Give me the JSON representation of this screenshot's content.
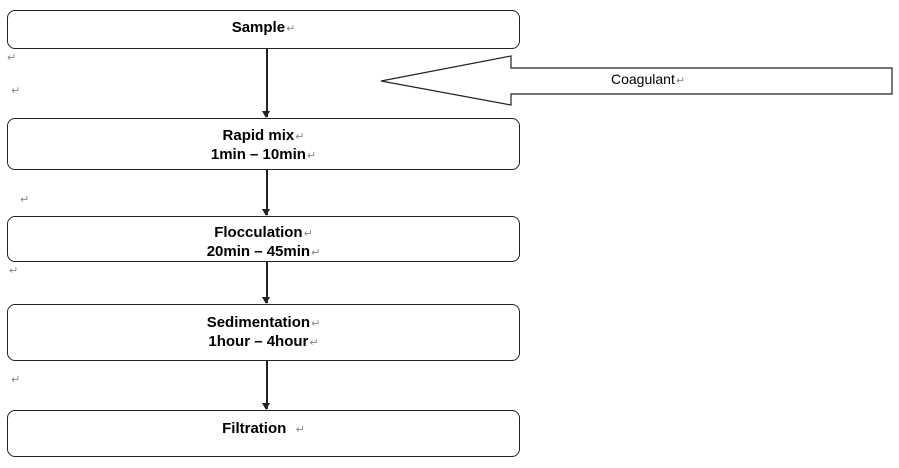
{
  "flow_steps": [
    {
      "title": "Sample",
      "detail": ""
    },
    {
      "title": "Rapid mix",
      "detail": "1min – 10min"
    },
    {
      "title": "Flocculation",
      "detail": "20min – 45min"
    },
    {
      "title": "Sedimentation",
      "detail": "1hour – 4hour"
    },
    {
      "title": "Filtration",
      "detail": ""
    }
  ],
  "input": {
    "label": "Coagulant"
  },
  "paragraph_mark": "↵"
}
